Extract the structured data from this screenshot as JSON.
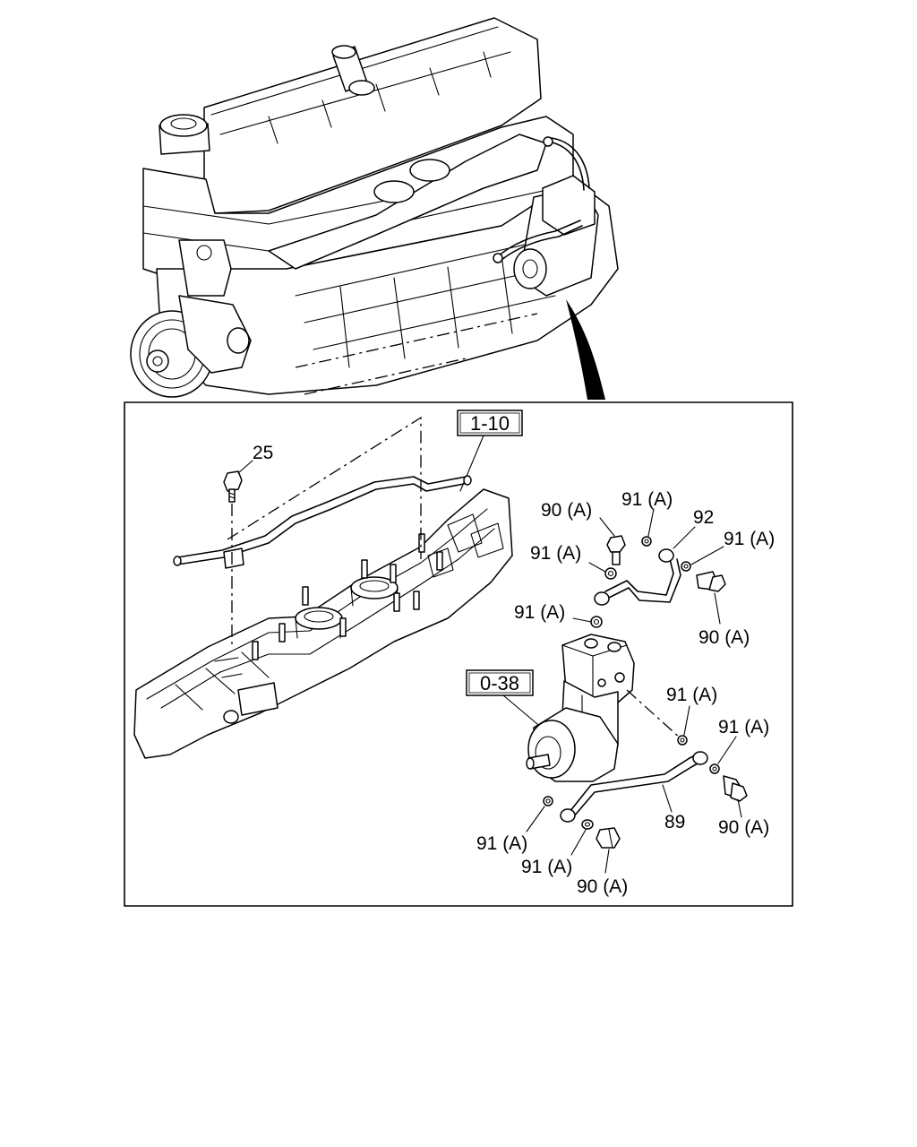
{
  "ref_boxes": {
    "manifold": "1-10",
    "compressor": "0-38"
  },
  "callouts": {
    "bolt_25": "25",
    "bolt_90_upper_left": "90 (A)",
    "washer_91_top": "91 (A)",
    "pipe_92": "92",
    "washer_91_right_upper": "91 (A)",
    "washer_91_left_mid": "91 (A)",
    "washer_91_left_lower": "91 (A)",
    "bolt_90_right_upper": "90 (A)",
    "washer_91_compressor": "91 (A)",
    "washer_91_right_lower": "91 (A)",
    "pipe_89": "89",
    "bolt_90_right_lower": "90 (A)",
    "washer_91_bottom_left": "91 (A)",
    "washer_91_bottom_mid": "91 (A)",
    "bolt_90_bottom": "90 (A)"
  }
}
